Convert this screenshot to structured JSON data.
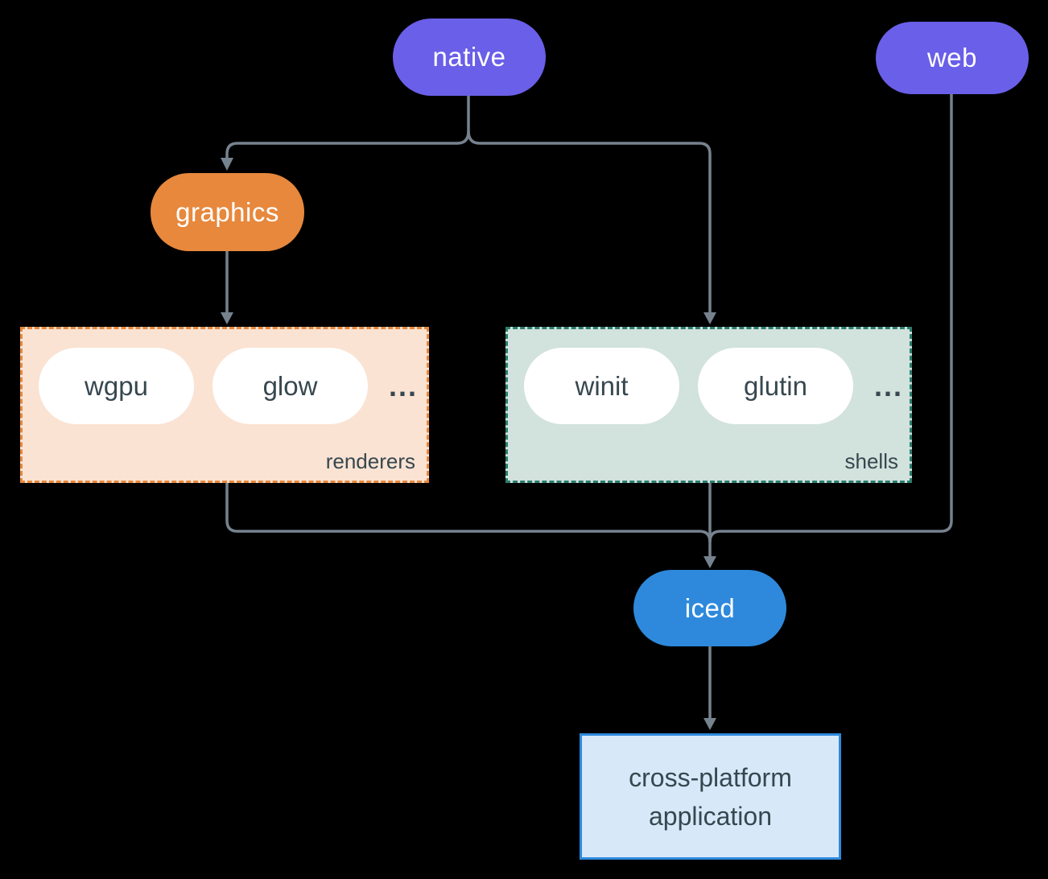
{
  "colors": {
    "background": "#000000",
    "node_purple": "#6A5FE8",
    "node_orange": "#E7883D",
    "node_blue": "#2E89DC",
    "renderers_fill": "#FAE3D3",
    "renderers_border": "#E7883D",
    "shells_fill": "#D2E2DC",
    "shells_border": "#2A7D6E",
    "app_fill": "#D7E9F9",
    "app_border": "#2E89DC",
    "dark_text": "#37474F",
    "connector": "#76828E",
    "pill_text": "#FFFFFF",
    "inner_pill_fill": "#FFFFFF"
  },
  "nodes": {
    "native": {
      "label": "native"
    },
    "web": {
      "label": "web"
    },
    "graphics": {
      "label": "graphics"
    },
    "iced": {
      "label": "iced"
    },
    "application": {
      "label": "cross-platform application"
    }
  },
  "groups": {
    "renderers": {
      "label": "renderers",
      "ellipsis": "...",
      "items": [
        {
          "label": "wgpu"
        },
        {
          "label": "glow"
        }
      ]
    },
    "shells": {
      "label": "shells",
      "ellipsis": "...",
      "items": [
        {
          "label": "winit"
        },
        {
          "label": "glutin"
        }
      ]
    }
  }
}
